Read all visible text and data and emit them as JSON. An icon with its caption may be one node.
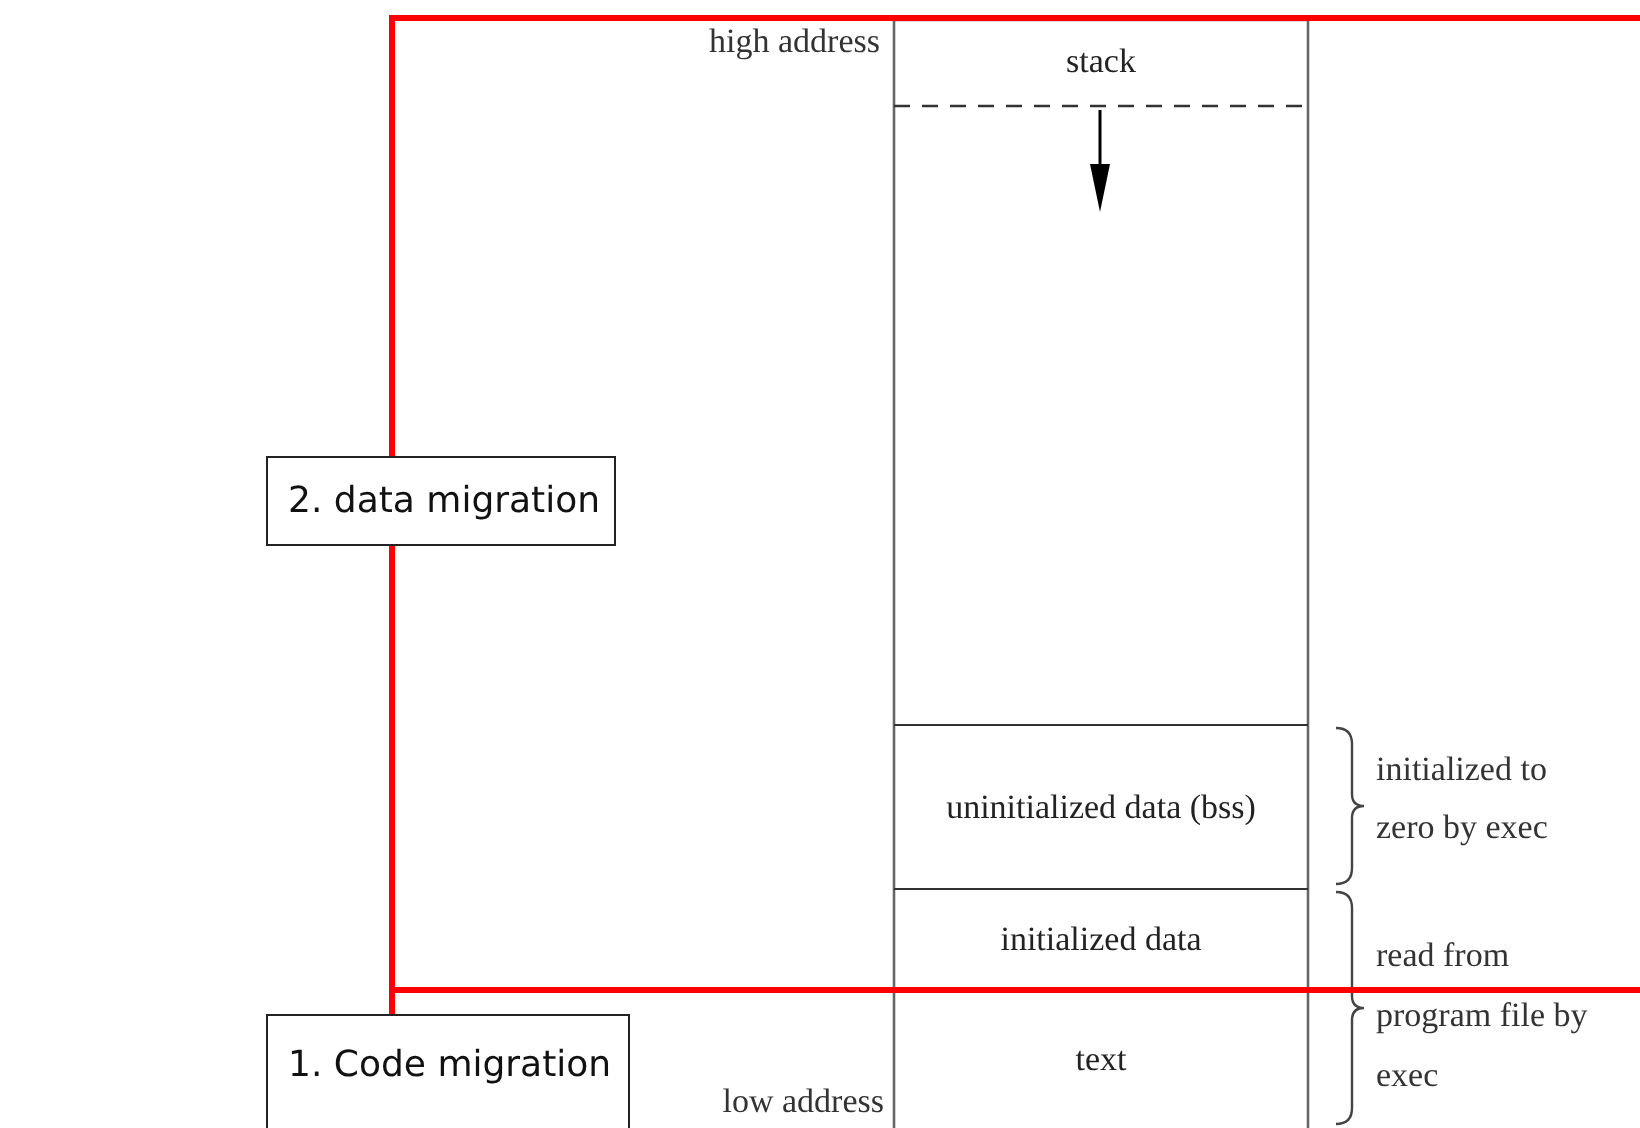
{
  "diagram": {
    "nodes": [
      {
        "text": [
          "2. data migration"
        ]
      },
      {
        "text": [
          "stack"
        ]
      },
      {
        "text": [
          "uninitialized data (bss)"
        ],
        "beside": [
          "initialized to zero by exec"
        ]
      },
      {
        "text": [
          "initialized data"
        ]
      },
      {
        "text": [
          "text"
        ]
      },
      {
        "text": [
          "1. Code migration"
        ]
      }
    ],
    "edges": [],
    "labels": [
      "high address",
      "read from program file by exec",
      "low address"
    ]
  }
}
